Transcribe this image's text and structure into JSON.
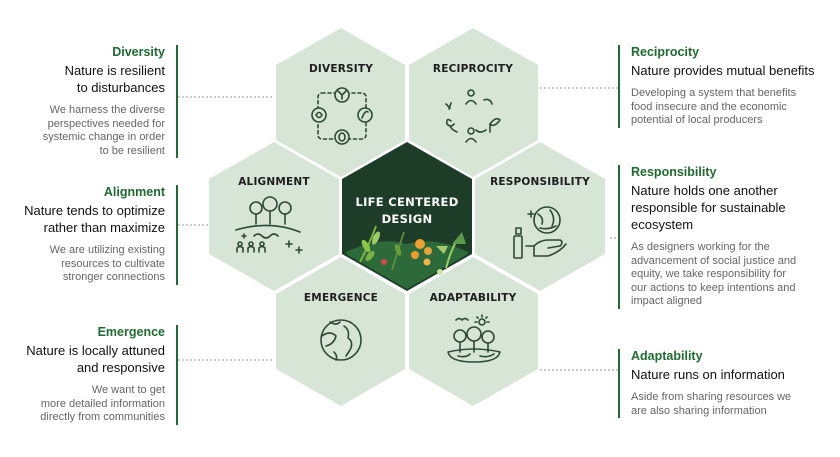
{
  "colors": {
    "hex_fill": "#d6e5d5",
    "center_fill": "#1d3d28",
    "accent_green": "#1f6b30",
    "heading_text": "#1e1e1e",
    "body_text": "#666666"
  },
  "center": {
    "line1": "LIFE CENTERED",
    "line2": "DESIGN"
  },
  "hexagons": {
    "diversity": {
      "label": "DIVERSITY",
      "icon": "butterfly-leaf-cycle-icon"
    },
    "reciprocity": {
      "label": "RECIPROCITY",
      "icon": "people-plant-exchange-icon"
    },
    "alignment": {
      "label": "ALIGNMENT",
      "icon": "trees-people-icon"
    },
    "responsibility": {
      "label": "RESPONSIBILITY",
      "icon": "hand-globe-icon"
    },
    "emergence": {
      "label": "EMERGENCE",
      "icon": "globe-face-icon"
    },
    "adaptability": {
      "label": "ADAPTABILITY",
      "icon": "trees-sun-birds-icon"
    }
  },
  "principles": {
    "diversity": {
      "title": "Diversity",
      "statement": [
        "Nature is resilient",
        "to disturbances"
      ],
      "body": [
        "We harness the diverse",
        "perspectives needed for",
        "systemic change in order",
        "to be resilient"
      ]
    },
    "alignment": {
      "title": "Alignment",
      "statement": [
        "Nature tends to optimize",
        "rather than maximize"
      ],
      "body": [
        "We are utilizing existing",
        "resources to cultivate",
        "stronger connections"
      ]
    },
    "emergence": {
      "title": "Emergence",
      "statement": [
        "Nature is locally attuned",
        "and responsive"
      ],
      "body": [
        "We want to get",
        "more detailed information",
        "directly from communities"
      ]
    },
    "reciprocity": {
      "title": "Reciprocity",
      "statement": [
        "Nature provides mutual benefits"
      ],
      "body": [
        "Developing a system that benefits",
        "food insecure and the economic",
        "potential of local producers"
      ]
    },
    "responsibility": {
      "title": "Responsibility",
      "statement": [
        "Nature holds one another",
        "responsible for sustainable",
        "ecosystem"
      ],
      "body": [
        "As designers working for the",
        "advancement of social justice and",
        "equity, we take responsibility for",
        "our actions to keep intentions and",
        "impact aligned"
      ]
    },
    "adaptability": {
      "title": "Adaptability",
      "statement": [
        "Nature runs on information"
      ],
      "body": [
        "Aside from sharing resources we",
        "are also sharing information"
      ]
    }
  }
}
